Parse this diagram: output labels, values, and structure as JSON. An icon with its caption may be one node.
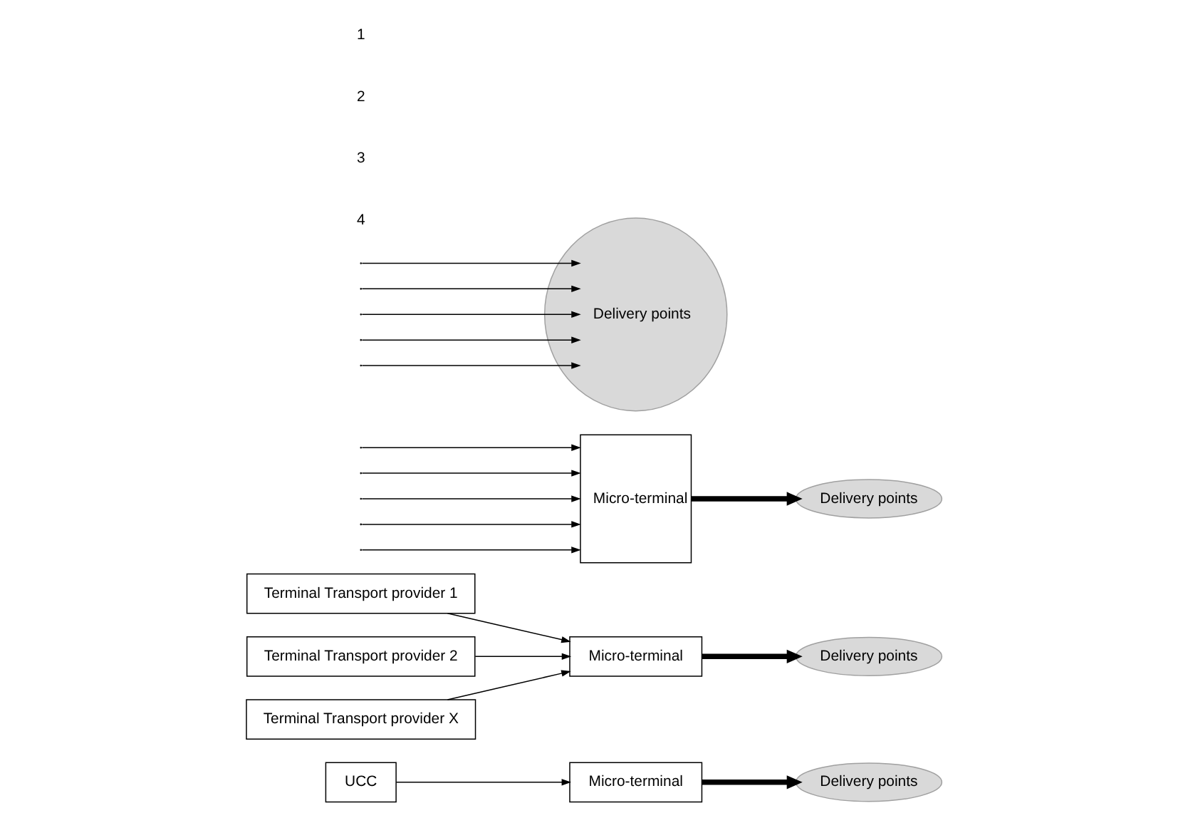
{
  "diagram": {
    "nodes": [
      {
        "text": [
          "Delivery points"
        ]
      },
      {
        "text": [
          "Micro-terminal"
        ]
      },
      {
        "text": [
          "Delivery points"
        ]
      },
      {
        "text": [
          "Terminal Transport provider 1"
        ]
      },
      {
        "text": [
          "Terminal Transport provider 2"
        ]
      },
      {
        "text": [
          "Terminal Transport provider X"
        ]
      },
      {
        "text": [
          "Micro-terminal"
        ]
      },
      {
        "text": [
          "Delivery points"
        ]
      },
      {
        "text": [
          "UCC"
        ]
      },
      {
        "text": [
          "Micro-terminal"
        ]
      },
      {
        "text": [
          "Delivery points"
        ]
      }
    ],
    "edges": [
      {
        "from": null,
        "to": 0,
        "arrow": "to"
      },
      {
        "from": null,
        "to": 0,
        "arrow": "to"
      },
      {
        "from": null,
        "to": 0,
        "arrow": "to"
      },
      {
        "from": null,
        "to": 0,
        "arrow": "to"
      },
      {
        "from": null,
        "to": 0,
        "arrow": "to"
      },
      {
        "from": null,
        "to": 1,
        "arrow": "to"
      },
      {
        "from": null,
        "to": 1,
        "arrow": "to"
      },
      {
        "from": null,
        "to": 1,
        "arrow": "to"
      },
      {
        "from": null,
        "to": 1,
        "arrow": "to"
      },
      {
        "from": null,
        "to": 1,
        "arrow": "to"
      },
      {
        "from": 1,
        "to": 2,
        "arrow": "to",
        "style": "thick"
      },
      {
        "from": 3,
        "to": 6,
        "arrow": "to"
      },
      {
        "from": 4,
        "to": 6,
        "arrow": "to"
      },
      {
        "from": 5,
        "to": 6,
        "arrow": "to"
      },
      {
        "from": 6,
        "to": 7,
        "arrow": "to",
        "style": "thick"
      },
      {
        "from": 8,
        "to": 9,
        "arrow": "to"
      },
      {
        "from": 9,
        "to": 10,
        "arrow": "to",
        "style": "thick"
      }
    ],
    "labels": [
      "1",
      "2",
      "3",
      "4"
    ]
  }
}
